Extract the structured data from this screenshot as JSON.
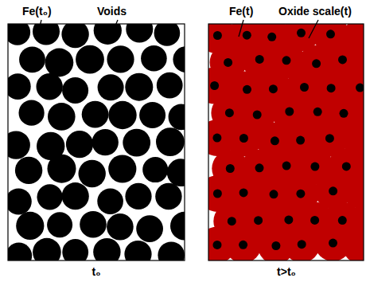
{
  "diagram": {
    "labels": [
      "Fe(t₀)",
      "Voids",
      "Fe(t)",
      "Oxide scale(t)",
      "t₀",
      "t>t₀"
    ]
  }
}
